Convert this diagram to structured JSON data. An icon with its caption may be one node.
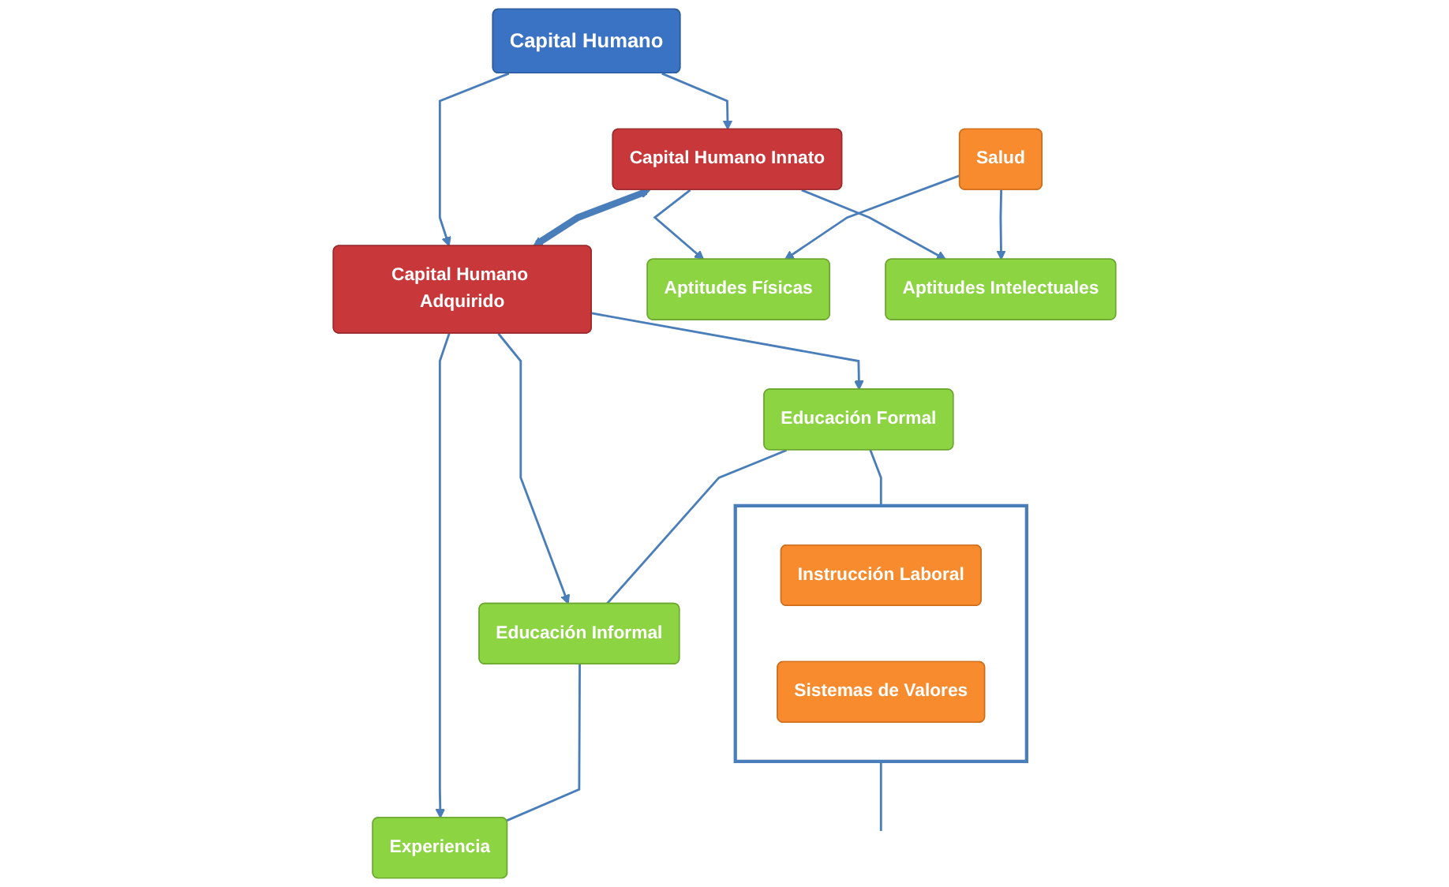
{
  "diagram": {
    "nodes": [
      {
        "text": [
          "Capital Humano"
        ]
      },
      {
        "text": [
          "Capital Humano Innato"
        ]
      },
      {
        "text": [
          "Capital Humano Adquirido"
        ]
      },
      {
        "text": [
          "Aptitudes Físicas"
        ]
      },
      {
        "text": [
          "Aptitudes Intelectuales"
        ]
      },
      {
        "text": [
          "Educación Formal"
        ]
      },
      {
        "text": [
          "Educación Informal"
        ]
      },
      {
        "text": [
          "Experiencia"
        ]
      },
      {
        "text": [
          "Salud"
        ]
      },
      {
        "text": [],
        "shape": "box"
      },
      {
        "text": [
          "Instrucción Laboral"
        ],
        "in": 9
      },
      {
        "text": [
          "Sistemas de Valores"
        ],
        "in": 9
      }
    ],
    "edges": [
      {
        "from": 0,
        "to": 1,
        "arrow": "to"
      },
      {
        "from": 0,
        "to": 2,
        "arrow": "to"
      },
      {
        "from": 1,
        "to": 2,
        "arrow": "both",
        "style": "thick"
      },
      {
        "from": 1,
        "to": 3,
        "arrow": "to"
      },
      {
        "from": 1,
        "to": 4,
        "arrow": "to"
      },
      {
        "from": 2,
        "to": 5,
        "arrow": "to"
      },
      {
        "from": 2,
        "to": 6,
        "arrow": "to"
      },
      {
        "from": 2,
        "to": 7,
        "arrow": "to"
      },
      {
        "from": 8,
        "to": 3,
        "arrow": "to"
      },
      {
        "from": 8,
        "to": 4,
        "arrow": "to"
      },
      {
        "from": 5,
        "to": 6,
        "arrow": "none"
      },
      {
        "from": 6,
        "to": 7,
        "arrow": "none"
      },
      {
        "from": 5,
        "to": 9,
        "arrow": "none"
      },
      {
        "from": 9,
        "to": null,
        "arrow": "none"
      }
    ]
  }
}
